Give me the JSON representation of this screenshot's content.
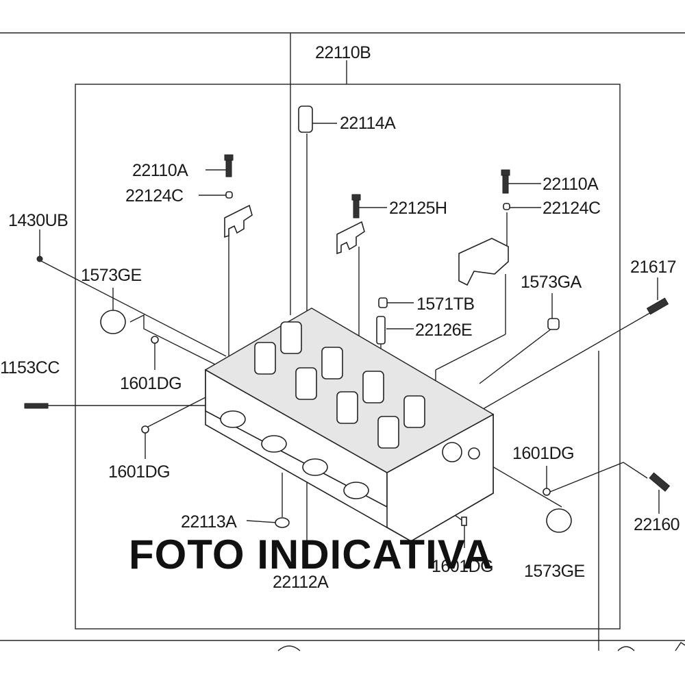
{
  "diagram": {
    "labels": {
      "main_assembly": "22110B",
      "dowel_pin_top": "22114A",
      "bolt_left": "22110A",
      "washer_left": "22124C",
      "bolt_mid": "22125H",
      "bolt_right": "22110A",
      "washer_right": "22124C",
      "side_bolt": "1430UB",
      "plug_left": "1573GE",
      "plug_right": "1573GA",
      "plug_bottom": "1573GE",
      "sensor_top_right": "21617",
      "sensor_bottom_right": "22160",
      "pin_small": "1571TB",
      "pipe": "22126E",
      "bolt_outer_left": "1153CC",
      "dowel_1": "1601DG",
      "dowel_2": "1601DG",
      "dowel_3": "1601DG",
      "dowel_4": "1601DG",
      "seal_ring": "22113A",
      "seal_bottom": "22112A"
    },
    "watermark": "FOTO INDICATIVA"
  }
}
